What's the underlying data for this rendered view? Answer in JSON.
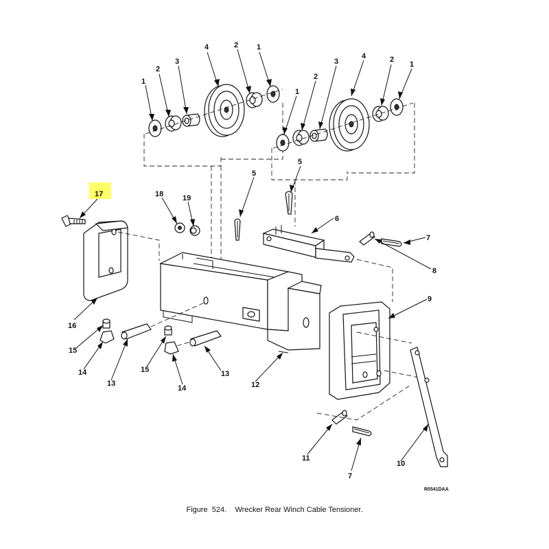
{
  "figure": {
    "number": "Figure  524.",
    "title": "Wrecker Rear Winch Cable Tensioner.",
    "drawing_code": "R0541DAA"
  },
  "highlight": {
    "item": "17",
    "color": "#ffff66"
  },
  "callouts": {
    "c1a": "1",
    "c2a": "2",
    "c3a": "3",
    "c4a": "4",
    "c2b": "2",
    "c1b": "1",
    "c1c": "1",
    "c2c": "2",
    "c3c": "3",
    "c4c": "4",
    "c2d": "2",
    "c1d": "1",
    "c5a": "5",
    "c5b": "5",
    "c6": "6",
    "c7a": "7",
    "c8": "8",
    "c9": "9",
    "c10": "10",
    "c7b": "7",
    "c11": "11",
    "c12": "12",
    "c13a": "13",
    "c13b": "13",
    "c14a": "14",
    "c14b": "14",
    "c15a": "15",
    "c15b": "15",
    "c16": "16",
    "c17": "17",
    "c18": "18",
    "c19": "19"
  }
}
